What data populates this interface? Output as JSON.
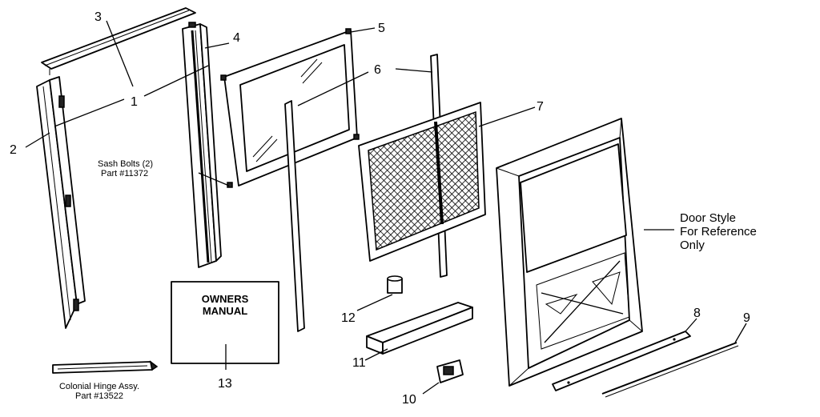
{
  "callouts": [
    "1",
    "2",
    "3",
    "4",
    "5",
    "6",
    "7",
    "8",
    "9",
    "10",
    "11",
    "12",
    "13"
  ],
  "sash_bolts": {
    "line1": "Sash Bolts (2)",
    "line2": "Part #11372"
  },
  "hinge": {
    "line1": "Colonial Hinge Assy.",
    "line2": "Part #13522"
  },
  "door_style": {
    "line1": "Door Style",
    "line2": "For Reference",
    "line3": "Only"
  },
  "manual": {
    "line1": "OWNERS",
    "line2": "MANUAL"
  }
}
